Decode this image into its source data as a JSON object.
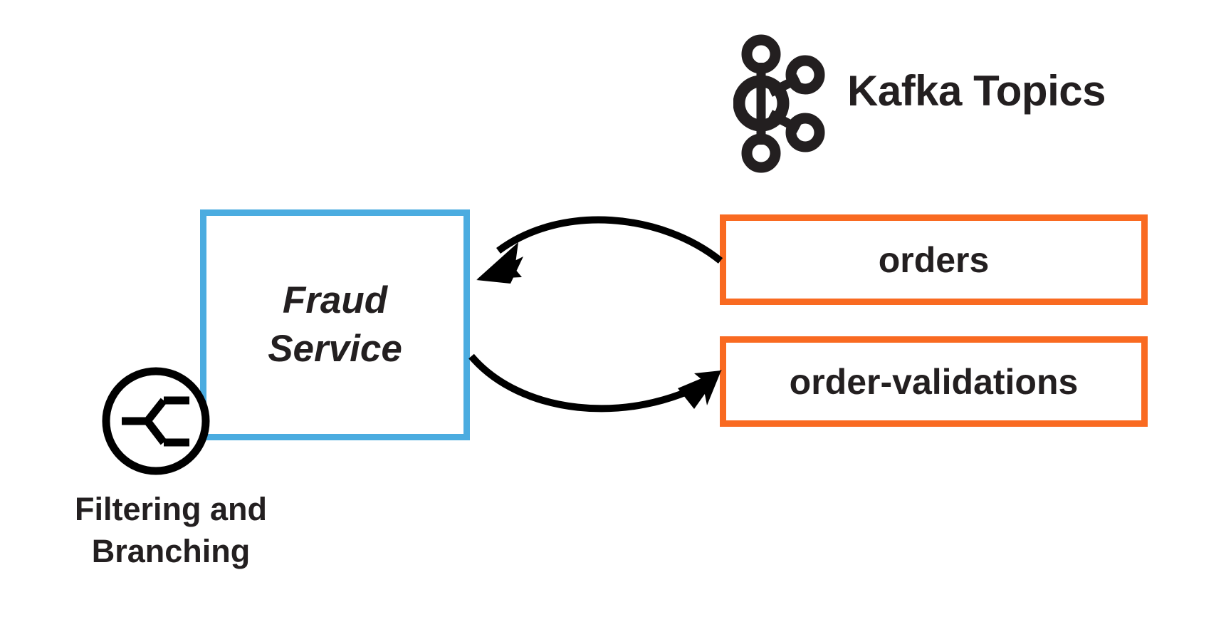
{
  "diagram": {
    "background_color": "#ffffff",
    "ink_color": "#231f20"
  },
  "kafka": {
    "logo_icon": "kafka-logo-icon",
    "label": "Kafka Topics"
  },
  "service": {
    "label": "Fraud\nService",
    "border_color": "#4BACE0",
    "style": "bold-italic"
  },
  "topics": {
    "border_color": "#F96A21",
    "items": [
      {
        "name": "orders",
        "label": "orders"
      },
      {
        "name": "order-validations",
        "label": "order-validations"
      }
    ]
  },
  "branching": {
    "icon": "branching-split-icon",
    "caption": "Filtering and\nBranching"
  },
  "arrows": [
    {
      "name": "orders-to-fraud-service",
      "from": "orders",
      "to": "fraud-service",
      "direction": "left",
      "color": "#000000"
    },
    {
      "name": "fraud-service-to-order-validations",
      "from": "fraud-service",
      "to": "order-validations",
      "direction": "right",
      "color": "#000000"
    }
  ]
}
